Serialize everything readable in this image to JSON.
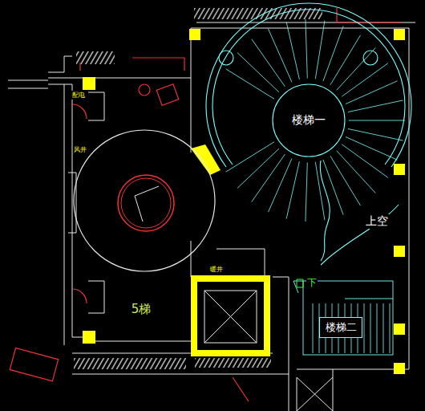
{
  "diagram": {
    "nodes": [
      {
        "text": [
          "楼梯一"
        ]
      },
      {
        "text": [
          "楼梯二"
        ]
      }
    ],
    "labels": [
      "上空",
      "5梯",
      "下",
      "配电",
      "风井",
      "暖井"
    ]
  }
}
